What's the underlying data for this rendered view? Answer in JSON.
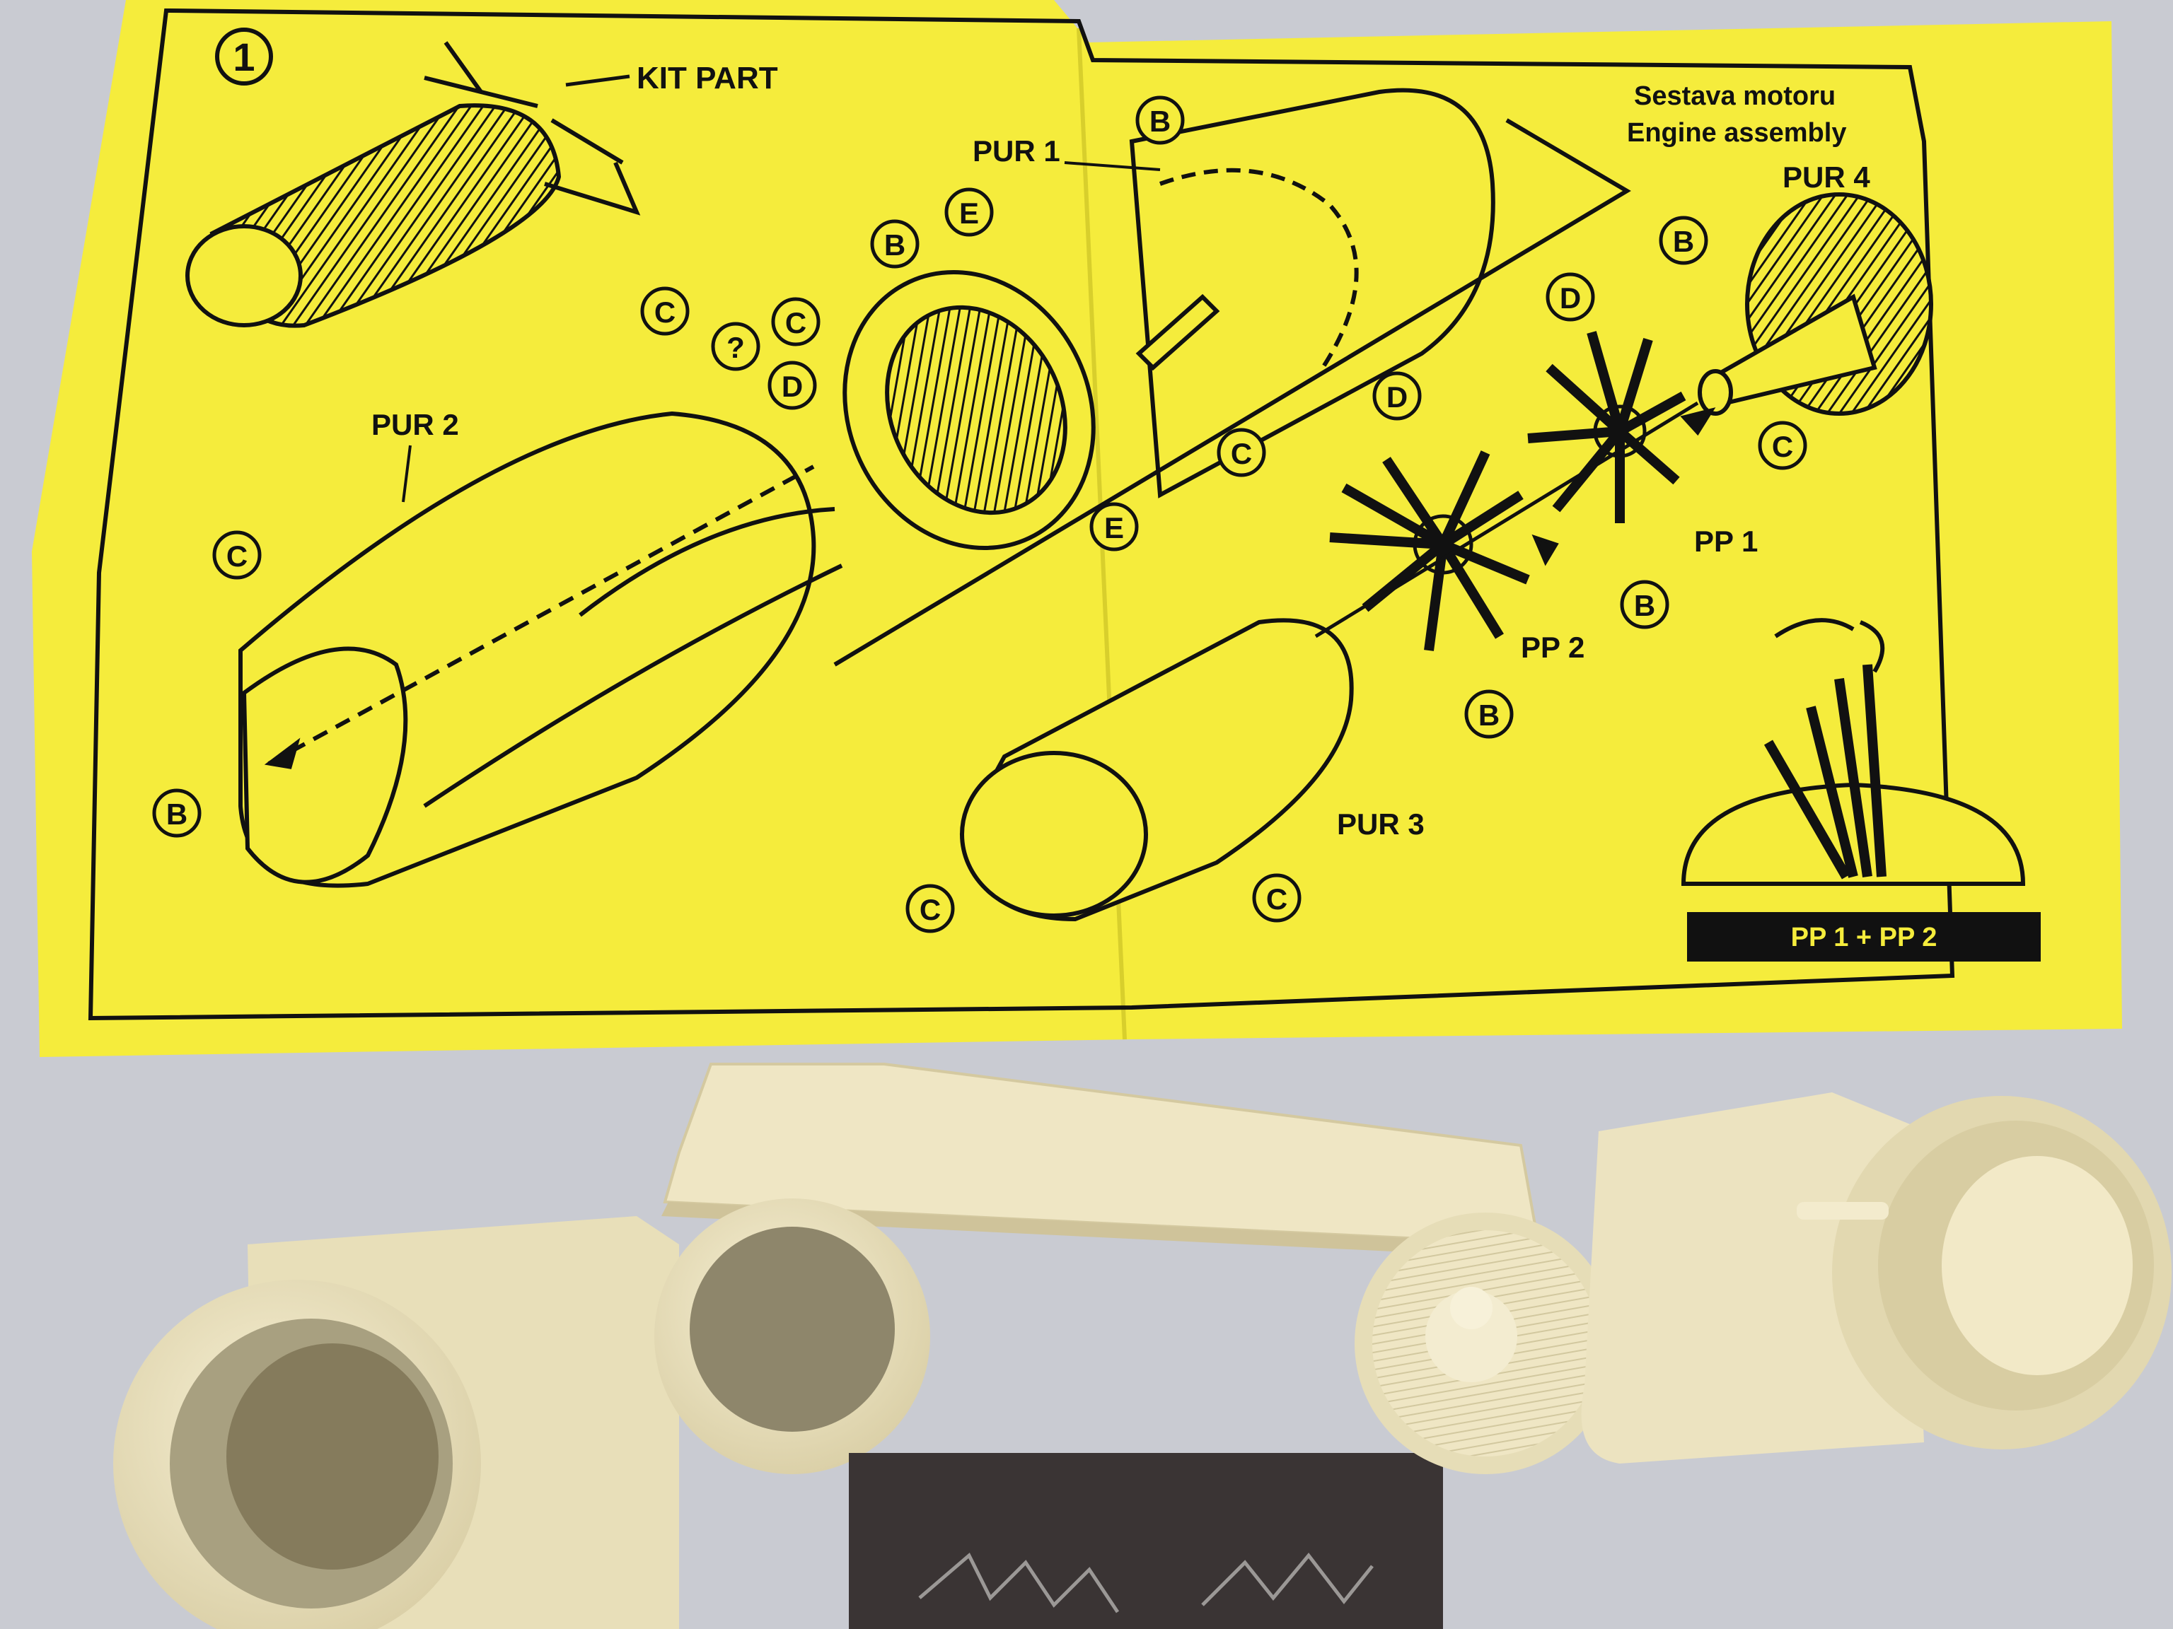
{
  "colors": {
    "table": "#c9cbd2",
    "sheet": "#f5ec3c",
    "ink": "#111111",
    "resin": "#efe6c4",
    "resin_shadow": "#cfc39a",
    "etch": "#3a3434"
  },
  "sheet": {
    "step_number": "1",
    "kit_part_label": "KIT PART",
    "title_czech": "Sestava motoru",
    "title_english": "Engine assembly",
    "box_caption": "PP 1 + PP 2",
    "question_mark": "?"
  },
  "part_labels": [
    "PUR 1",
    "PUR 2",
    "PUR 3",
    "PUR 4",
    "PP 1",
    "PP 2"
  ],
  "callouts": [
    "B",
    "C",
    "D",
    "E"
  ]
}
